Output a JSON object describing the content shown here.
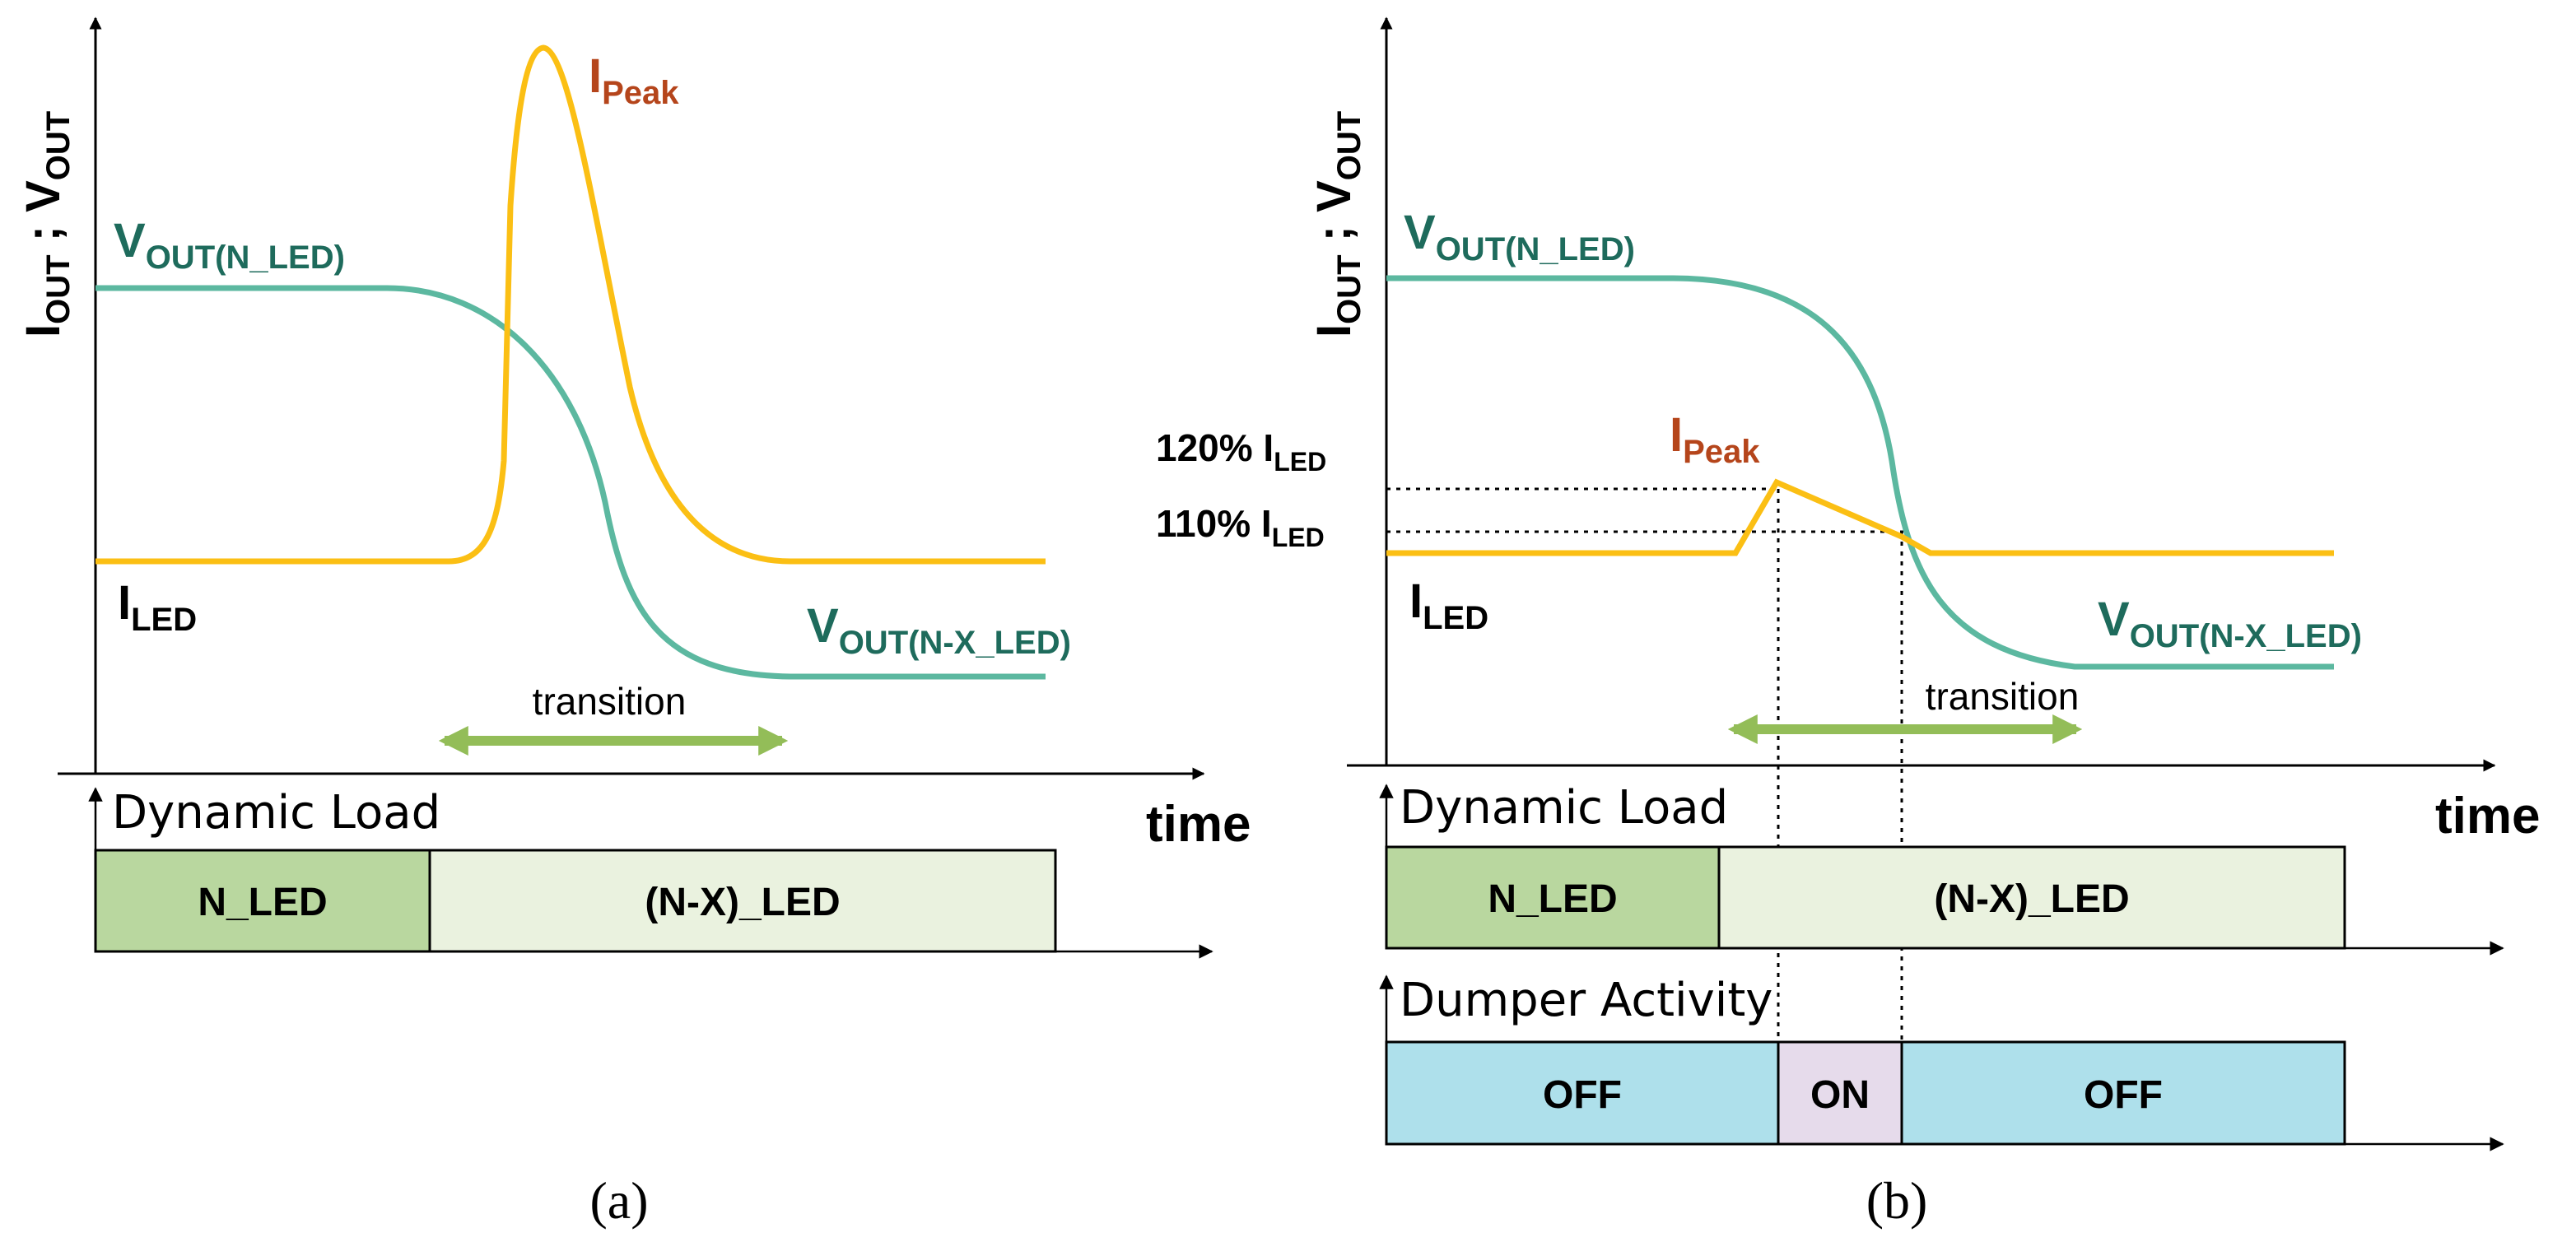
{
  "panel_a": {
    "y_axis_label": {
      "i": "I",
      "i_sub": "OUT",
      "sep": " ; ",
      "v": "V",
      "v_sub": "OUT"
    },
    "v_high": {
      "main": "V",
      "sub": "OUT(N_LED)"
    },
    "v_low": {
      "main": "V",
      "sub": "OUT(N-X_LED)"
    },
    "i_led": {
      "main": "I",
      "sub": "LED"
    },
    "i_peak": {
      "main": "I",
      "sub": "Peak"
    },
    "transition": "transition",
    "time": "time",
    "dyn_load_title": "Dynamic Load",
    "load_blocks": [
      "N_LED",
      "(N-X)_LED"
    ],
    "caption": "(a)"
  },
  "panel_b": {
    "y_axis_label": {
      "i": "I",
      "i_sub": "OUT",
      "sep": " ; ",
      "v": "V",
      "v_sub": "OUT"
    },
    "v_high": {
      "main": "V",
      "sub": "OUT(N_LED)"
    },
    "v_low": {
      "main": "V",
      "sub": "OUT(N-X_LED)"
    },
    "i_led": {
      "main": "I",
      "sub": "LED"
    },
    "i_peak": {
      "main": "I",
      "sub": "Peak"
    },
    "level_120": {
      "main": "120% I",
      "sub": "LED"
    },
    "level_110": {
      "main": "110% I",
      "sub": "LED"
    },
    "transition": "transition",
    "time": "time",
    "dyn_load_title": "Dynamic Load",
    "load_blocks": [
      "N_LED",
      "(N-X)_LED"
    ],
    "dumper_title": "Dumper Activity",
    "dumper_blocks": [
      "OFF",
      "ON",
      "OFF"
    ],
    "caption": "(b)"
  },
  "colors": {
    "v_curve": "#5cb8a0",
    "i_curve": "#fbbf14",
    "teal_text": "#1e6b5c",
    "peak_text": "#b5451b",
    "arrow_green": "#93bd58",
    "n_led_fill": "#b9d79f",
    "nx_led_fill": "#eaf2df",
    "dumper_off_fill": "#aee0eb",
    "dumper_on_fill": "#e6dbeb"
  }
}
